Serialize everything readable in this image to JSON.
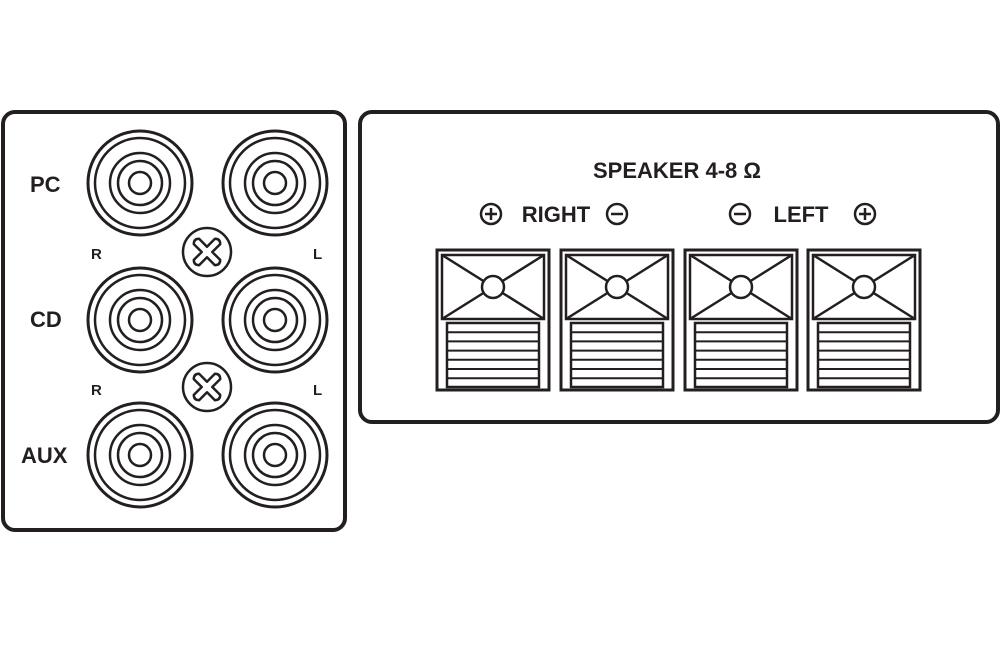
{
  "colors": {
    "line": "#231f20",
    "background": "#ffffff"
  },
  "input_panel": {
    "rows": [
      {
        "label": "PC",
        "left_channel": "R",
        "right_channel": "L"
      },
      {
        "label": "CD",
        "left_channel": "R",
        "right_channel": "L"
      },
      {
        "label": "AUX",
        "left_channel": "",
        "right_channel": ""
      }
    ],
    "jack_icon": "rca-jack-icon",
    "screw_icon": "screw-icon"
  },
  "speaker_panel": {
    "title": "SPEAKER 4-8 Ω",
    "right_label": "RIGHT",
    "left_label": "LEFT",
    "plus_symbol": "+",
    "minus_symbol": "−",
    "terminal_icon": "spring-clip-terminal-icon",
    "terminals": [
      "right-plus",
      "right-minus",
      "left-minus",
      "left-plus"
    ]
  }
}
